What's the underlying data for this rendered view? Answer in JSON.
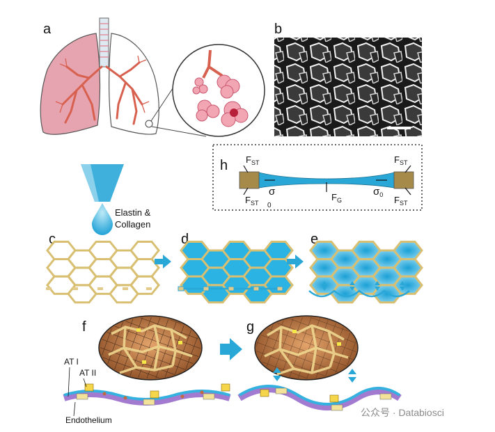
{
  "panels": {
    "a": "a",
    "b": "b",
    "c": "c",
    "d": "d",
    "e": "e",
    "f": "f",
    "g": "g",
    "h": "h"
  },
  "dropper_label_line1": "Elastin &",
  "dropper_label_line2": "Collagen",
  "force_labels": {
    "fst": "F",
    "fst_sub": "ST",
    "sigma": "σ",
    "sigma_sub": "0",
    "fg": "F",
    "fg_sub": "G"
  },
  "cell_labels": {
    "at1": "AT I",
    "at2": "AT II",
    "endothelium": "Endothelium"
  },
  "watermark": "公众号 · Databiosci",
  "colors": {
    "blue": "#29a8d8",
    "gold": "#d8bf72",
    "lungPink": "#e6a4b0",
    "airwayRed": "#d8604f",
    "tissueBrown": "#c98a4f"
  }
}
